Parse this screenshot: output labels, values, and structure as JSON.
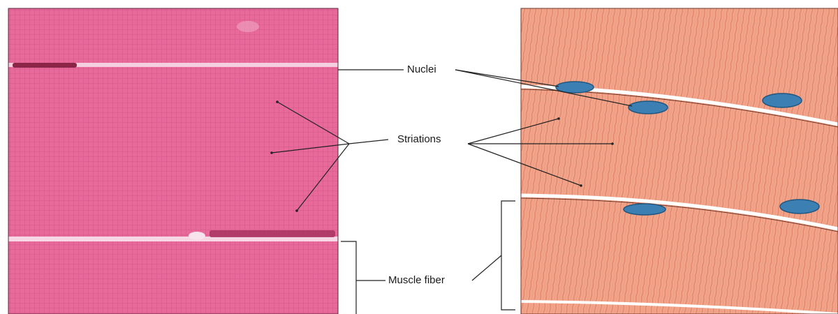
{
  "labels": {
    "nuclei": "Nuclei",
    "striations": "Striations",
    "muscle_fiber": "Muscle fiber"
  },
  "colors": {
    "micrograph_base": "#e76a9a",
    "micrograph_line": "#c9487c",
    "micrograph_streak": "#f2d2df",
    "micrograph_dark": "#8a2548",
    "illustration_base": "#f2a48a",
    "illustration_striation": "#d9765a",
    "illustration_border": "#ffffff",
    "nucleus": "#3b7fb3",
    "nucleus_edge": "#21577f",
    "leader_line": "#222222"
  }
}
